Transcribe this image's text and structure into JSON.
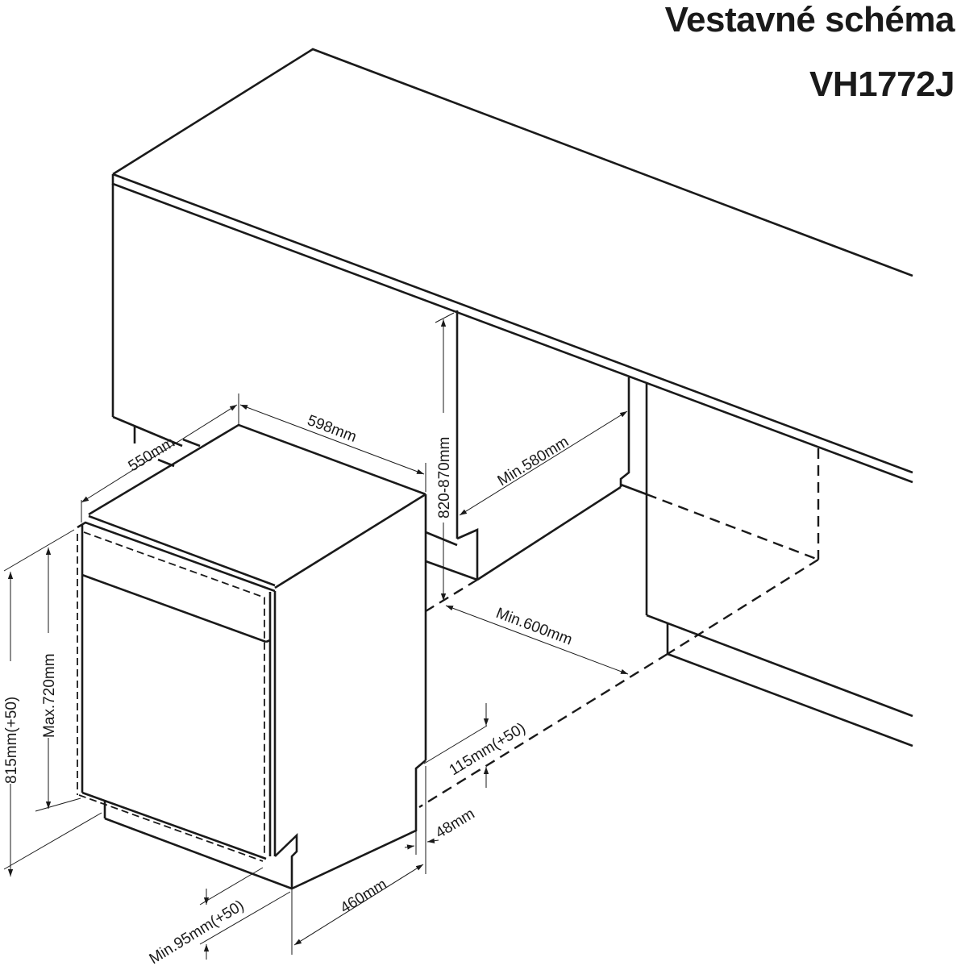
{
  "title": {
    "heading": "Vestavné schéma",
    "model": "VH1772J"
  },
  "dimensions": {
    "depth_appliance": "550mm",
    "width_appliance": "598mm",
    "niche_height": "820-870mm",
    "niche_depth": "Min.580mm",
    "niche_width": "Min.600mm",
    "appliance_height": "815mm(+50)",
    "door_height": "Max.720mm",
    "plinth_height": "115mm(+50)",
    "plinth_offset": "48mm",
    "plinth_depth": "460mm",
    "toe_kick": "Min.95mm(+50)"
  },
  "colors": {
    "line": "#1a1a1a",
    "background": "#ffffff"
  }
}
